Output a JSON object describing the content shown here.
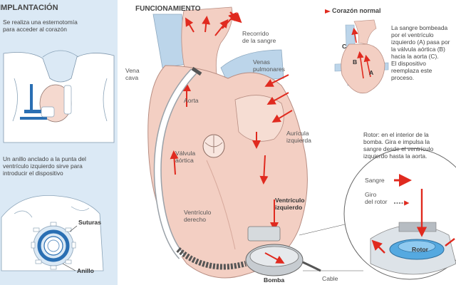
{
  "implantacion": {
    "title": "IMPLANTACIÓN",
    "step1_lines": [
      "Se realiza una esternotomía",
      "para acceder al corazón"
    ],
    "step2_lines": [
      "Un anillo anclado a la punta del",
      "ventrículo izquierdo sirve para",
      "introducir el dispositivo"
    ],
    "label_suturas": "Suturas",
    "label_anillo": "Anillo"
  },
  "funcionamiento": {
    "title": "FUNCIONAMIENTO",
    "recorrido_lines": [
      "Recorrido",
      "de la sangre"
    ],
    "vena_cava_lines": [
      "Vena",
      "cava"
    ],
    "venas_pulmonares_lines": [
      "Venas",
      "pulmonares"
    ],
    "aorta": "Aorta",
    "auricula_lines": [
      "Aurícula",
      "izquierda"
    ],
    "valvula_lines": [
      "Válvula",
      "aórtica"
    ],
    "ventriculo_izq_lines": [
      "Ventrículo",
      "izquierdo"
    ],
    "ventriculo_der_lines": [
      "Ventrículo",
      "derecho"
    ],
    "bomba": "Bomba",
    "cable": "Cable"
  },
  "corazon_normal": {
    "title": "Corazón normal",
    "marker_a": "A",
    "marker_b": "B",
    "marker_c": "C",
    "desc_lines": [
      "La sangre bombeada",
      "por el ventrículo",
      "izquierdo (A) pasa por",
      "la válvula aórtica (B)",
      "hacia la aorta (C).",
      "El dispositivo",
      "reemplaza este",
      "proceso."
    ]
  },
  "rotor": {
    "desc_lines": [
      "Rotor: en el interior de la",
      "bomba. Gira e impulsa la",
      "sangre desde el ventrículo",
      "izquierdo hasta la aorta."
    ],
    "legend_sangre": "Sangre",
    "legend_giro_lines": [
      "Giro",
      "del rotor"
    ],
    "rotor_label": "Rotor"
  },
  "colors": {
    "panel_bg": "#dbe9f5",
    "heart_fill": "#f3cfc3",
    "vessel_fill": "#bcd5ea",
    "arrow_red": "#e02a1f",
    "metal": "#aeb4ba"
  }
}
